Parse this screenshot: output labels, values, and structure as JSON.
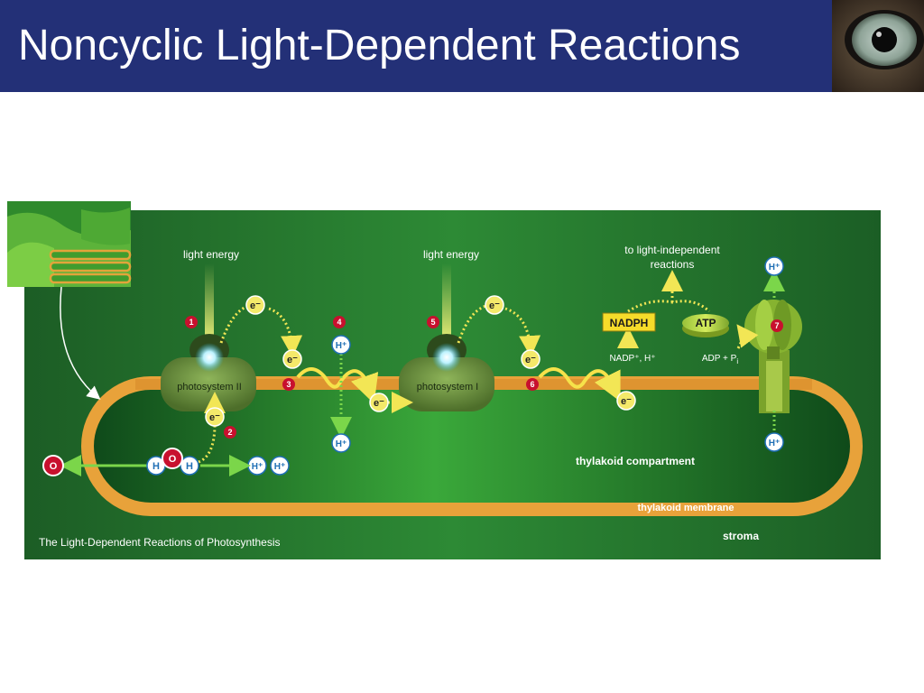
{
  "slide": {
    "title": "Noncyclic Light-Dependent Reactions"
  },
  "diagram": {
    "caption": "The Light-Dependent Reactions of Photosynthesis",
    "light_energy_1": "light energy",
    "light_energy_2": "light energy",
    "photosystem_2": "photosystem II",
    "photosystem_1": "photosystem I",
    "to_light_independent_1": "to light-independent",
    "to_light_independent_2": "reactions",
    "nadph": "NADPH",
    "atp": "ATP",
    "nadp_label": "NADP⁺, H⁺",
    "adp_label": "ADP + P",
    "adp_sub": "i",
    "thylakoid_compartment": "thylakoid compartment",
    "thylakoid_membrane": "thylakoid membrane",
    "stroma": "stroma",
    "electron": "e⁻",
    "proton": "H⁺",
    "oxygen": "O",
    "hydrogen": "H",
    "steps": [
      "1",
      "2",
      "3",
      "4",
      "5",
      "6",
      "7"
    ]
  },
  "colors": {
    "title_bar": "#233077",
    "panel_green": "#1f6a2a",
    "membrane_orange": "#e8a23a",
    "step_red": "#c8102e",
    "electron_yellow": "#f4e96a",
    "proton_blue": "#1f6fb5"
  }
}
